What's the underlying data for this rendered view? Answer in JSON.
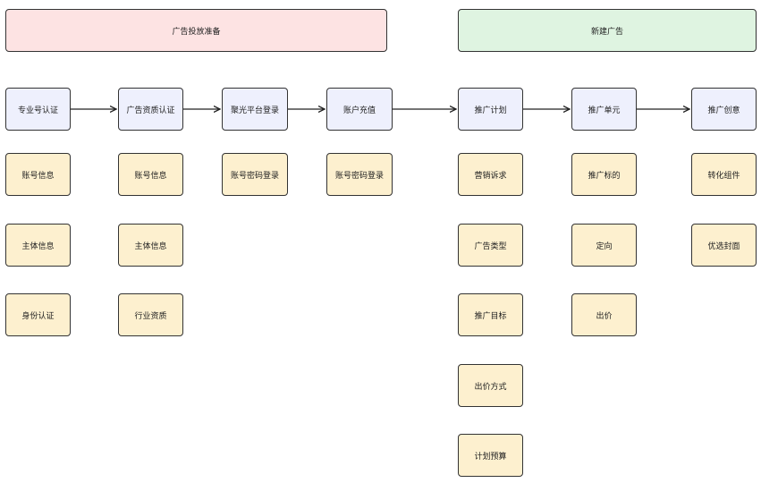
{
  "phases": {
    "prep": {
      "label": "广告投放准备",
      "color": "#fde3e3"
    },
    "create": {
      "label": "新建广告",
      "color": "#dff4e1"
    }
  },
  "steps": [
    "专业号认证",
    "广告资质认证",
    "聚光平台登录",
    "账户充值",
    "推广计划",
    "推广单元",
    "推广创意"
  ],
  "details": {
    "col1": [
      "账号信息",
      "主体信息",
      "身份认证"
    ],
    "col2": [
      "账号信息",
      "主体信息",
      "行业资质"
    ],
    "col3": [
      "账号密码登录"
    ],
    "col4": [
      "账号密码登录"
    ],
    "col5": [
      "营销诉求",
      "广告类型",
      "推广目标",
      "出价方式",
      "计划预算"
    ],
    "col6": [
      "推广标的",
      "定向",
      "出价"
    ],
    "col7": [
      "转化组件",
      "优选封面"
    ]
  },
  "colors": {
    "step_fill": "#eef0fd",
    "detail_fill": "#fdf0cf",
    "border": "#333333"
  }
}
